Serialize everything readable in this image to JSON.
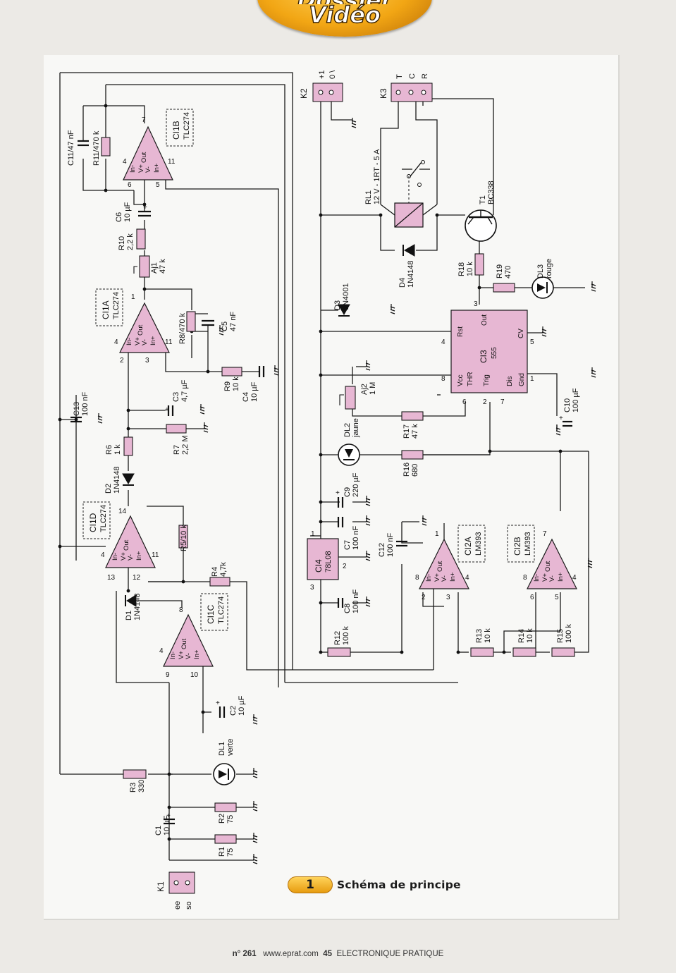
{
  "header": {
    "badge_line1": "Dossier",
    "badge_line2": "Vidéo"
  },
  "figure": {
    "number": "1",
    "title": "Schéma de principe"
  },
  "footer": {
    "issue": "n° 261",
    "website": "www.eprat.com",
    "page": "45",
    "magazine": "ELECTRONIQUE PRATIQUE"
  },
  "schematic": {
    "connectors": {
      "K1": {
        "name": "K1",
        "pin1": "ee",
        "pin2": "so"
      },
      "K2": {
        "name": "K2",
        "pin1": "+1",
        "pin2": "0 \\"
      },
      "K3": {
        "name": "K3",
        "pin1": "T",
        "pin2": "C",
        "pin3": "R"
      }
    },
    "ics": {
      "CI1B": {
        "name": "CI1B",
        "part": "TLC274",
        "pins": [
          "7",
          "6",
          "5",
          "4",
          "11"
        ]
      },
      "CI1A": {
        "name": "CI1A",
        "part": "TLC274",
        "pins": [
          "1",
          "2",
          "3",
          "4",
          "11"
        ]
      },
      "CI1D": {
        "name": "CI1D",
        "part": "TLC274",
        "pins": [
          "14",
          "13",
          "12",
          "4",
          "11"
        ]
      },
      "CI1C": {
        "name": "CI1C",
        "part": "TLC274",
        "pins": [
          "8",
          "9",
          "10",
          "4"
        ]
      },
      "CI2A": {
        "name": "CI2A",
        "part": "LM393",
        "pins": [
          "1",
          "2",
          "3",
          "8",
          "4"
        ]
      },
      "CI2B": {
        "name": "CI2B",
        "part": "LM393",
        "pins": [
          "7",
          "6",
          "5",
          "8",
          "4"
        ]
      },
      "CI3": {
        "name": "CI3",
        "part": "555",
        "pins": [
          "4",
          "8",
          "3",
          "6",
          "2",
          "7",
          "1",
          "5"
        ],
        "labels": [
          "Rst",
          "Vcc",
          "Out",
          "THR",
          "Trig",
          "Dis",
          "Gnd",
          "CV"
        ]
      },
      "CI4": {
        "name": "CI4",
        "part": "78L08",
        "pins": [
          "1",
          "2",
          "3"
        ]
      }
    },
    "opamp_labels": {
      "inm": "In-",
      "vp": "V+",
      "out": "Out",
      "vm": "V-",
      "inp": "In+"
    },
    "resistors": [
      {
        "label": "R1",
        "value": "75"
      },
      {
        "label": "R2",
        "value": "75"
      },
      {
        "label": "R3",
        "value": "330"
      },
      {
        "label": "R4",
        "value": "4,7k"
      },
      {
        "label": "R5",
        "value": "R5/10 k"
      },
      {
        "label": "R6",
        "value": "1 k"
      },
      {
        "label": "R7",
        "value": "2,2 M"
      },
      {
        "label": "R8",
        "value": "R8/470 k"
      },
      {
        "label": "R9",
        "value": "10 k"
      },
      {
        "label": "R10",
        "value": "2,2 k"
      },
      {
        "label": "R11",
        "value": "R11/470 k"
      },
      {
        "label": "R12",
        "value": "100 k"
      },
      {
        "label": "R13",
        "value": "10 k"
      },
      {
        "label": "R14",
        "value": "10 k"
      },
      {
        "label": "R15",
        "value": "100 k"
      },
      {
        "label": "R16",
        "value": "680"
      },
      {
        "label": "R17",
        "value": "47 k"
      },
      {
        "label": "R18",
        "value": "10 k"
      },
      {
        "label": "R19",
        "value": "470"
      }
    ],
    "capacitors": [
      {
        "label": "C1",
        "value": "10 µF"
      },
      {
        "label": "C2",
        "value": "10 µF"
      },
      {
        "label": "C3",
        "value": "4,7 µF"
      },
      {
        "label": "C4",
        "value": "10 µF"
      },
      {
        "label": "C5",
        "value": "47 nF"
      },
      {
        "label": "C6",
        "value": "10 µF"
      },
      {
        "label": "C7",
        "value": "100 nF"
      },
      {
        "label": "C8",
        "value": "100 nF"
      },
      {
        "label": "C9",
        "value": "220 µF"
      },
      {
        "label": "C10",
        "value": "100 µF"
      },
      {
        "label": "C11",
        "value": "C11/47 nF"
      },
      {
        "label": "C12",
        "value": "100 nF"
      },
      {
        "label": "C13",
        "value": "100 nF"
      }
    ],
    "pots": [
      {
        "label": "Aj1",
        "value": "47 k"
      },
      {
        "label": "Aj2",
        "value": "1 M"
      }
    ],
    "diodes": [
      {
        "label": "D1",
        "value": "1N4148"
      },
      {
        "label": "D2",
        "value": "1N4148"
      },
      {
        "label": "D3",
        "value": "1N4001"
      },
      {
        "label": "D4",
        "value": "1N4148"
      }
    ],
    "leds": [
      {
        "label": "DL1",
        "value": "verte"
      },
      {
        "label": "DL2",
        "value": "jaune"
      },
      {
        "label": "DL3",
        "value": "rouge"
      }
    ],
    "transistor": {
      "label": "T1",
      "value": "BC338"
    },
    "relay": {
      "label": "RL1",
      "value": "12 V - 1RT - 5 A"
    }
  }
}
